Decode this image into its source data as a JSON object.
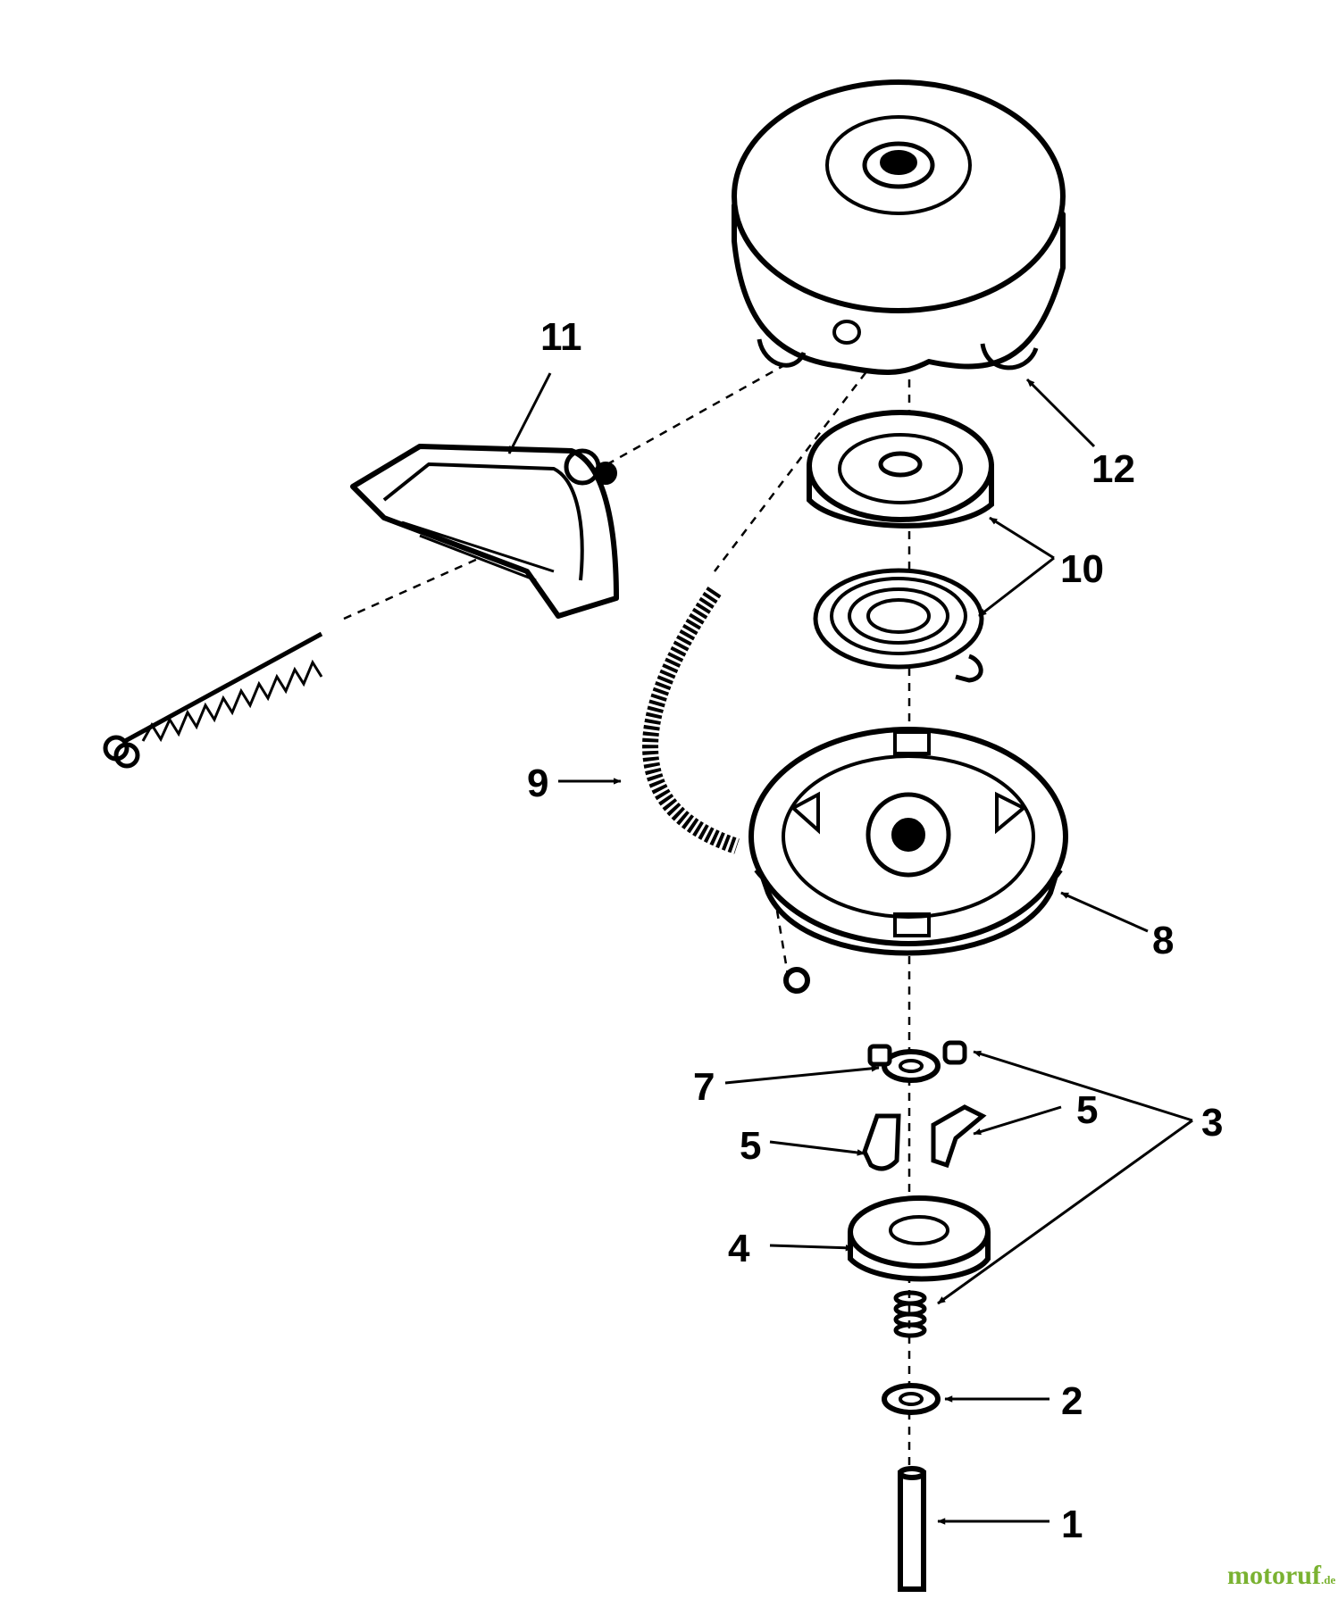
{
  "callouts": {
    "c1": "1",
    "c2": "2",
    "c3": "3",
    "c4": "4",
    "c5a": "5",
    "c5b": "5",
    "c7": "7",
    "c8": "8",
    "c9": "9",
    "c10": "10",
    "c11": "11",
    "c12": "12"
  },
  "watermark": {
    "name": "motoruf",
    "tld": ".de"
  },
  "colors": {
    "ink": "#000000",
    "watermark": "#7ab231"
  }
}
